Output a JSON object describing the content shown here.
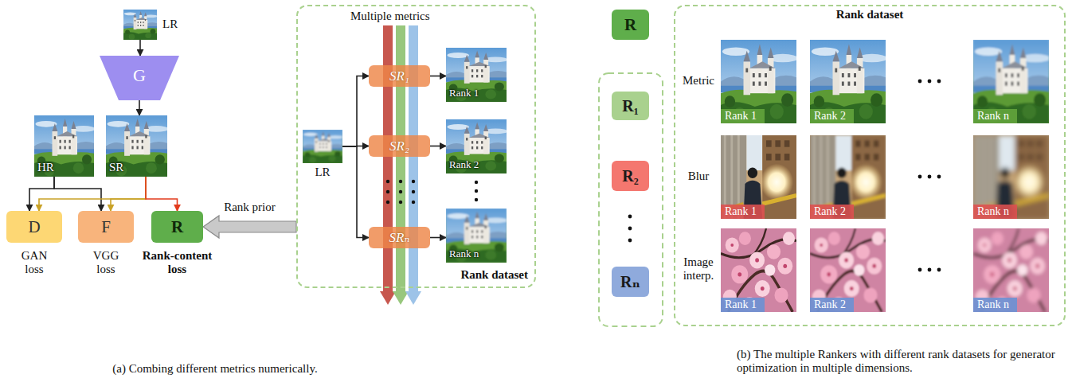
{
  "diagram": {
    "nodes": [
      {
        "text": [
          "LR"
        ]
      },
      {
        "text": [
          "G"
        ]
      },
      {
        "text": [
          "HR"
        ]
      },
      {
        "text": [
          "SR"
        ]
      },
      {
        "text": [
          "D",
          "GAN loss"
        ]
      },
      {
        "text": [
          "F",
          "VGG loss"
        ]
      },
      {
        "text": [
          "R",
          "Rank-content loss"
        ]
      },
      {
        "text": [
          "Multiple metrics",
          "Rank dataset"
        ]
      },
      {
        "text": [
          "LR"
        ],
        "in": 7
      },
      {
        "text": [
          "SR₁"
        ],
        "in": 7
      },
      {
        "text": [
          "SR₂"
        ],
        "in": 7
      },
      {
        "text": [
          "SRₙ"
        ],
        "in": 7
      },
      {
        "text": [
          "Rank 1"
        ],
        "in": 7
      },
      {
        "text": [
          "Rank 2"
        ],
        "in": 7
      },
      {
        "text": [
          "Rank n"
        ],
        "in": 7
      },
      {
        "text": [
          "R"
        ]
      },
      {
        "text": [
          "R₁"
        ]
      },
      {
        "text": [
          "R₂"
        ]
      },
      {
        "text": [
          "Rₙ"
        ]
      },
      {
        "text": [
          "Rank dataset"
        ]
      },
      {
        "text": [
          "Rank 1"
        ],
        "in": 19
      },
      {
        "text": [
          "Rank 2"
        ],
        "in": 19
      },
      {
        "text": [
          "Rank n"
        ],
        "in": 19
      },
      {
        "text": [
          "Rank 1"
        ],
        "in": 19
      },
      {
        "text": [
          "Rank 2"
        ],
        "in": 19
      },
      {
        "text": [
          "Rank n"
        ],
        "in": 19
      },
      {
        "text": [
          "Rank 1"
        ],
        "in": 19
      },
      {
        "text": [
          "Rank 2"
        ],
        "in": 19
      },
      {
        "text": [
          "Rank n"
        ],
        "in": 19
      }
    ],
    "edges": [
      {
        "from": 0,
        "to": 1,
        "arrow": "to"
      },
      {
        "from": 1,
        "to": 3,
        "arrow": "to"
      },
      {
        "from": 2,
        "to": 4,
        "arrow": "to"
      },
      {
        "from": 2,
        "to": 5,
        "arrow": "to"
      },
      {
        "from": 3,
        "to": 4,
        "arrow": "to"
      },
      {
        "from": 3,
        "to": 5,
        "arrow": "to"
      },
      {
        "from": 3,
        "to": 6,
        "arrow": "to"
      },
      {
        "from": 7,
        "to": 6,
        "label": "Rank prior",
        "arrow": "to"
      },
      {
        "from": 8,
        "to": 9,
        "arrow": "to"
      },
      {
        "from": 8,
        "to": 10,
        "arrow": "to"
      },
      {
        "from": 8,
        "to": 11,
        "arrow": "to"
      },
      {
        "from": 9,
        "to": 12,
        "arrow": "to"
      },
      {
        "from": 10,
        "to": 13,
        "arrow": "to"
      },
      {
        "from": 11,
        "to": 14,
        "arrow": "to"
      }
    ],
    "labels": [
      "Metric",
      "Blur",
      "Image interp.",
      "(a) Combing different metrics numerically.",
      "(b) The multiple Rankers with different rank datasets for generator optimization in multiple dimensions."
    ]
  }
}
